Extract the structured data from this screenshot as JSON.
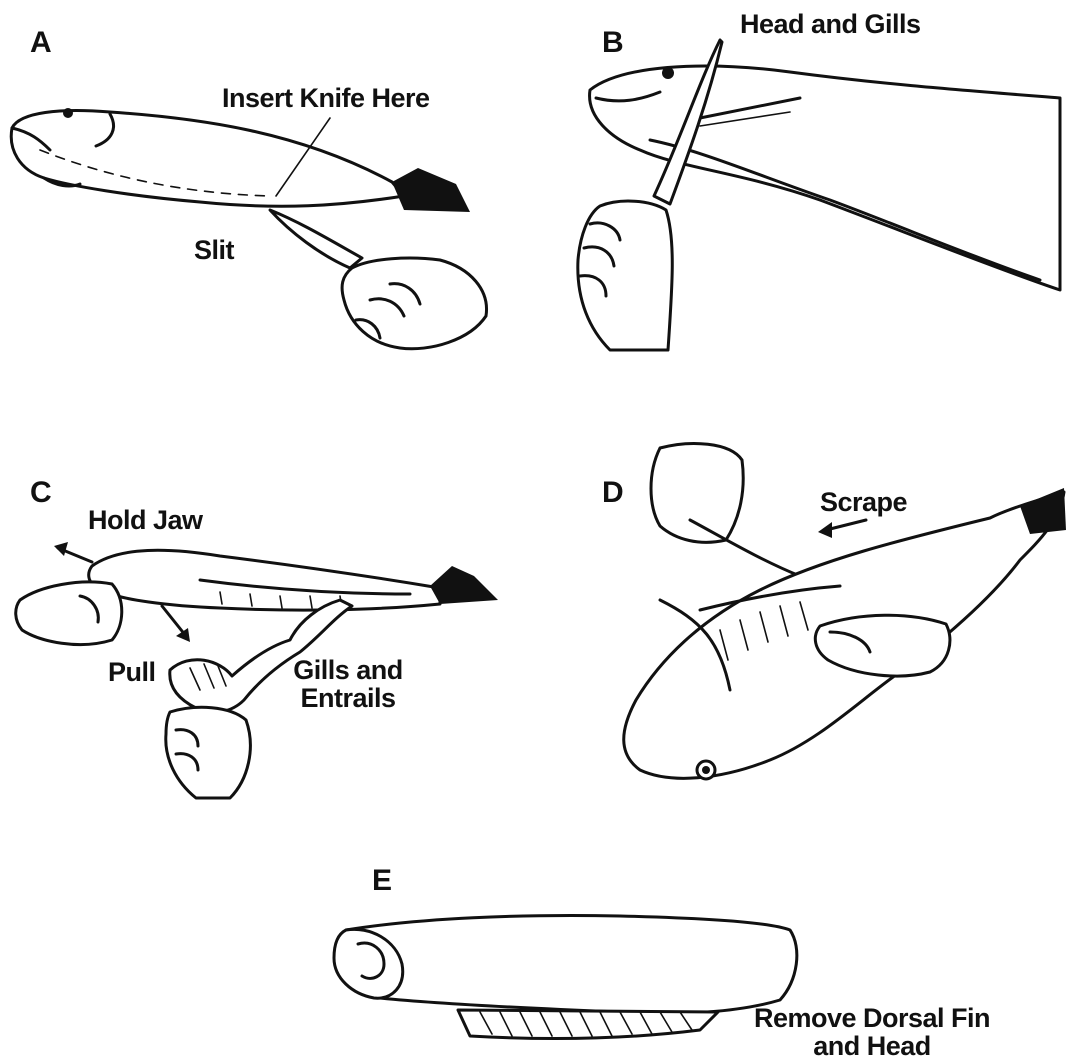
{
  "panels": {
    "a": {
      "letter": "A",
      "labels": {
        "insert": "Insert Knife Here",
        "slit": "Slit"
      }
    },
    "b": {
      "letter": "B",
      "labels": {
        "head_gills": "Head and Gills"
      }
    },
    "c": {
      "letter": "C",
      "labels": {
        "hold_jaw": "Hold Jaw",
        "pull": "Pull",
        "gills_line1": "Gills and",
        "gills_line2": "Entrails"
      }
    },
    "d": {
      "letter": "D",
      "labels": {
        "scrape": "Scrape"
      }
    },
    "e": {
      "letter": "E",
      "labels": {
        "remove_line1": "Remove Dorsal Fin",
        "remove_line2": "and Head"
      }
    }
  }
}
